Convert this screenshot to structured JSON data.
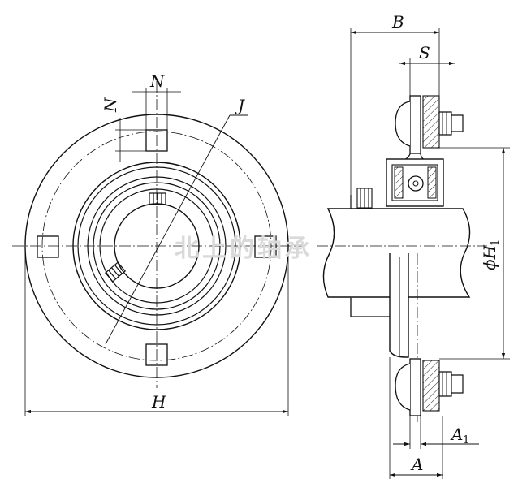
{
  "labels": {
    "N_top": "N",
    "N_side": "N",
    "J": "J",
    "H": "H",
    "B": "B",
    "S": "S",
    "H1_prefix": "ϕH",
    "H1_sub": "1",
    "A1_main": "A",
    "A1_sub": "1",
    "A": "A"
  },
  "watermark": "北上的轴承"
}
